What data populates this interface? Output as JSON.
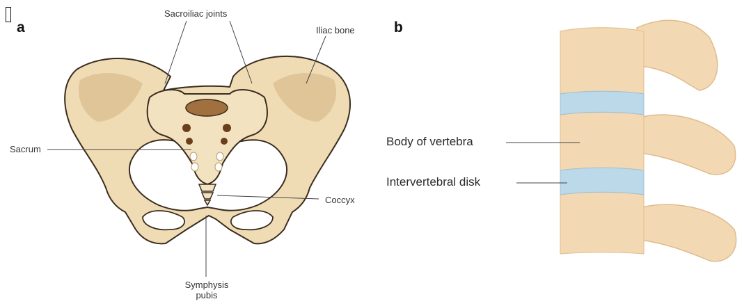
{
  "panels": {
    "a": {
      "letter": "a",
      "labels": {
        "sacroiliac": "Sacroiliac joints",
        "iliac": "Iliac bone",
        "sacrum": "Sacrum",
        "coccyx": "Coccyx",
        "symphysis_line1": "Symphysis",
        "symphysis_line2": "pubis"
      }
    },
    "b": {
      "letter": "b",
      "labels": {
        "body": "Body of vertebra",
        "disk": "Intervertebral disk"
      }
    }
  },
  "colors": {
    "bone": "#f0dcb4",
    "bone_shadow": "#d9b98a",
    "bone_outline": "#3a2c1e",
    "sacrum_hole": "#6b3f1c",
    "vertebra": "#f3d9b3",
    "vertebra_shadow": "#e0bb8c",
    "disk": "#bcd9ea",
    "leader": "#444444"
  }
}
